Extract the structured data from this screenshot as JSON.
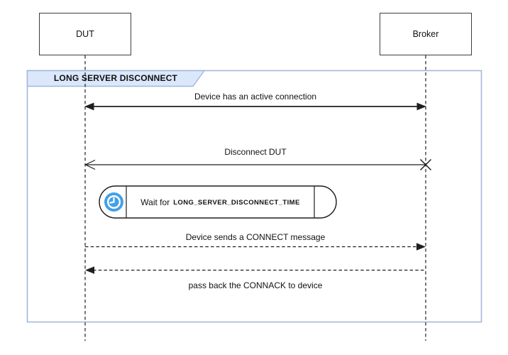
{
  "actors": {
    "dut": {
      "label": "DUT"
    },
    "broker": {
      "label": "Broker"
    }
  },
  "frame": {
    "title": "LONG SERVER DISCONNECT"
  },
  "messages": {
    "active_connection": {
      "label": "Device has an active connection",
      "line": "solid",
      "direction": "bidirectional"
    },
    "disconnect_dut": {
      "label": "Disconnect DUT",
      "line": "solid",
      "direction": "broker-to-dut",
      "broker_end": "lost-x"
    },
    "connect": {
      "label": "Device sends a CONNECT message",
      "line": "dashed",
      "direction": "dut-to-broker"
    },
    "connack": {
      "label": "pass back the CONNACK to device",
      "line": "dashed",
      "direction": "broker-to-dut"
    }
  },
  "timer": {
    "prefix": "Wait for",
    "constant": "LONG_SERVER_DISCONNECT_TIME",
    "icon": "clock-icon"
  },
  "colors": {
    "frame_fill": "#dbe8fb",
    "frame_stroke": "#a3b7d9",
    "timer_icon_blue": "#42a1e8",
    "line_stroke": "#1f1f1f"
  }
}
